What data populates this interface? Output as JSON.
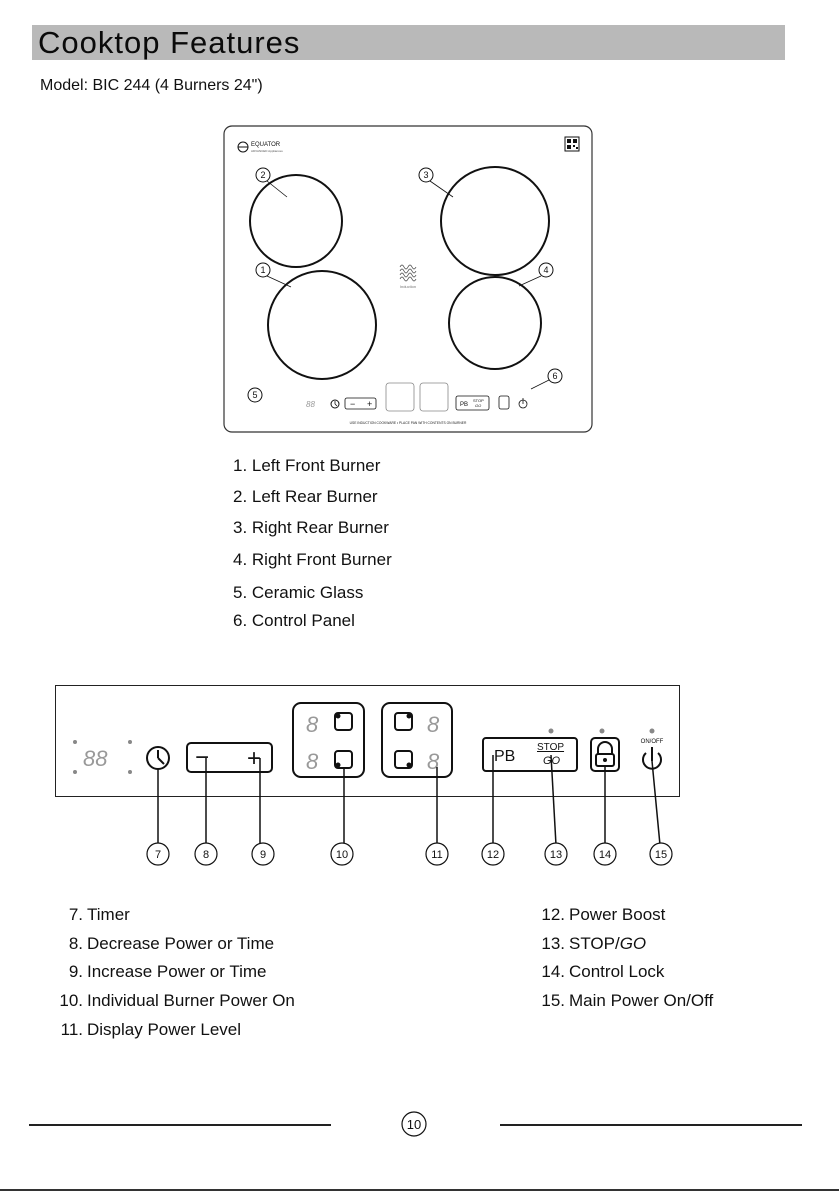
{
  "header": {
    "title": "Cooktop Features",
    "model": "Model: BIC 244 (4 Burners 24\")"
  },
  "cooktop": {
    "brand": "EQUATOR",
    "brand_sub": "ADVANCED Appliances",
    "induction_label": "Induction",
    "bottom_note": "USE INDUCTION COOKWARE • PLACE PAN WITH CONTENTS ON BURNER",
    "callouts": [
      "1",
      "2",
      "3",
      "4",
      "5",
      "6"
    ],
    "mini_labels": {
      "pb": "PB",
      "stop": "STOP",
      "go": "GO",
      "digits": "88",
      "minus": "−",
      "plus": "+"
    }
  },
  "features_main": [
    "1. Left Front Burner",
    "2. Left Rear Burner",
    "3. Right Rear Burner",
    "4. Right Front Burner",
    "5. Ceramic Glass",
    "6. Control Panel"
  ],
  "control_panel": {
    "digits": "88",
    "minus": "−",
    "plus": "+",
    "burner_digit": "8",
    "pb": "PB",
    "stop": "STOP",
    "go": "GO",
    "onoff": "ON/OFF",
    "callouts": [
      "7",
      "8",
      "9",
      "10",
      "11",
      "12",
      "13",
      "14",
      "15"
    ]
  },
  "features_left": [
    {
      "num": "7.",
      "text": "Timer"
    },
    {
      "num": "8.",
      "text": "Decrease Power or Time"
    },
    {
      "num": "9.",
      "text": "Increase Power or Time"
    },
    {
      "num": "10.",
      "text": "Individual Burner Power On"
    },
    {
      "num": "11.",
      "text": "Display Power Level"
    }
  ],
  "features_right": [
    {
      "num": "12.",
      "text": "Power Boost",
      "italic": ""
    },
    {
      "num": "13.",
      "text": "STOP/",
      "italic": "GO"
    },
    {
      "num": "14.",
      "text": "Control Lock",
      "italic": ""
    },
    {
      "num": "15.",
      "text": "Main Power On/Off",
      "italic": ""
    }
  ],
  "footer": {
    "page_number": "10"
  }
}
